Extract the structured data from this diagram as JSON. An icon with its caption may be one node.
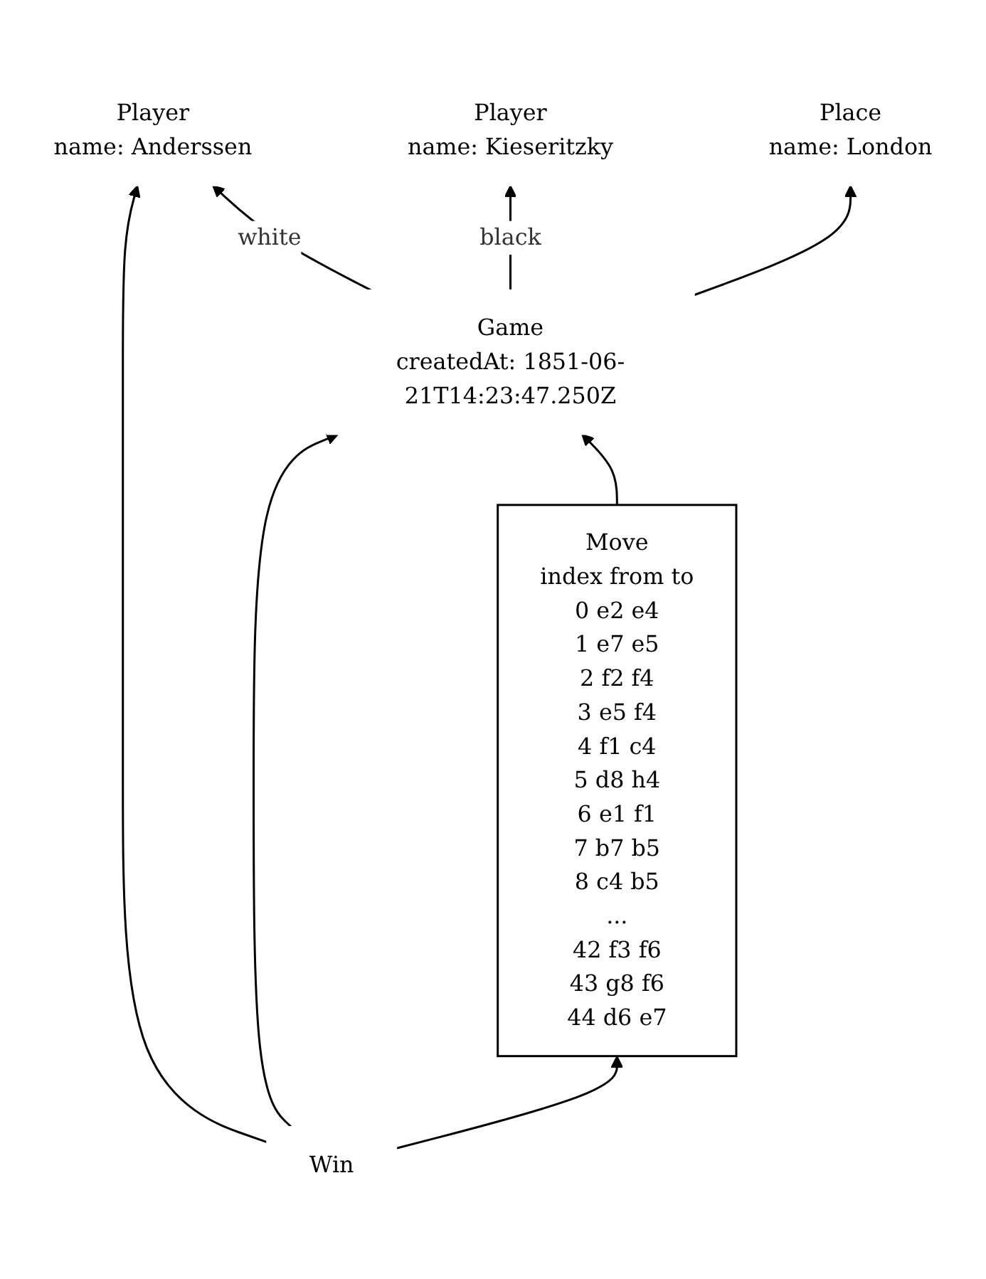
{
  "diagram": {
    "nodes": [
      {
        "text": [
          "Player",
          "name: Anderssen"
        ]
      },
      {
        "text": [
          "Player",
          "name: Kieseritzky"
        ]
      },
      {
        "text": [
          "Place",
          "name: London"
        ]
      },
      {
        "text": [
          "Game",
          "createdAt: 1851-06-21T14:23:47.250Z"
        ]
      },
      {
        "text": [
          "Move",
          "index from to",
          "0 e2 e4",
          "1 e7 e5",
          "2 f2 f4",
          "3 e5 f4",
          "4 f1 c4",
          "5 d8 h4",
          "6 e1 f1",
          "7 b7 b5",
          "8 c4 b5",
          "...",
          "42 f3 f6",
          "43 g8 f6",
          "44 d6 e7"
        ]
      },
      {
        "text": [
          "Win"
        ]
      }
    ],
    "edges": [
      {
        "from": 3,
        "to": 0,
        "arrow": "to",
        "label": "white"
      },
      {
        "from": 3,
        "to": 1,
        "arrow": "to",
        "label": "black"
      },
      {
        "from": 3,
        "to": 2,
        "arrow": "to"
      },
      {
        "from": 4,
        "to": 3,
        "arrow": "to"
      },
      {
        "from": 5,
        "to": 0,
        "arrow": "to"
      },
      {
        "from": 5,
        "to": 3,
        "arrow": "to"
      },
      {
        "from": 5,
        "to": 4,
        "arrow": "to"
      }
    ]
  }
}
